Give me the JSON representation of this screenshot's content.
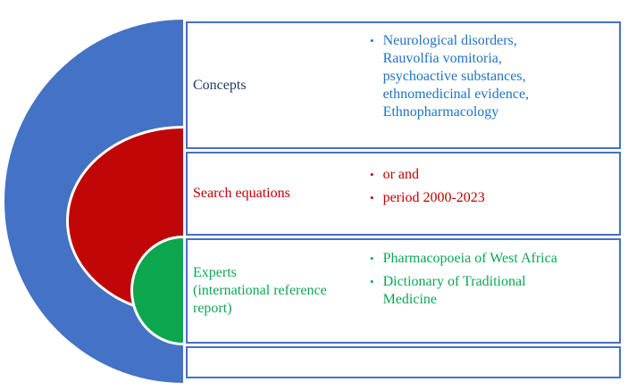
{
  "diagram": {
    "type": "nested-half-circles-with-table",
    "colors": {
      "outer_circle_blue": "#4472C4",
      "middle_circle_red": "#C00606",
      "inner_circle_green": "#0CA64F",
      "circle_outline": "#FFFFFF",
      "table_border": "#4472C4",
      "concepts_label": "#1F3864",
      "concepts_items": "#2073C5",
      "search_text": "#C00000",
      "experts_text": "#0CA653"
    },
    "circles": [
      {
        "name": "concepts-circle",
        "color": "#4472C4"
      },
      {
        "name": "search-equations-circle",
        "color": "#C00606"
      },
      {
        "name": "experts-circle",
        "color": "#0CA64F"
      }
    ],
    "table": {
      "rows": [
        {
          "label": "Concepts",
          "items": [
            "Neurological disorders,\nRauvolfia vomitoria,\npsychoactive substances,\nethnomedicinal evidence,\nEthnopharmacology"
          ]
        },
        {
          "label": "Search equations",
          "items": [
            "or and",
            "period 2000-2023"
          ]
        },
        {
          "label": "Experts\n(international reference\nreport)",
          "items": [
            "Pharmacopoeia of West Africa",
            "Dictionary of Traditional\nMedicine"
          ]
        },
        {
          "label": "",
          "items": []
        }
      ],
      "bullet_glyph": "•"
    }
  }
}
